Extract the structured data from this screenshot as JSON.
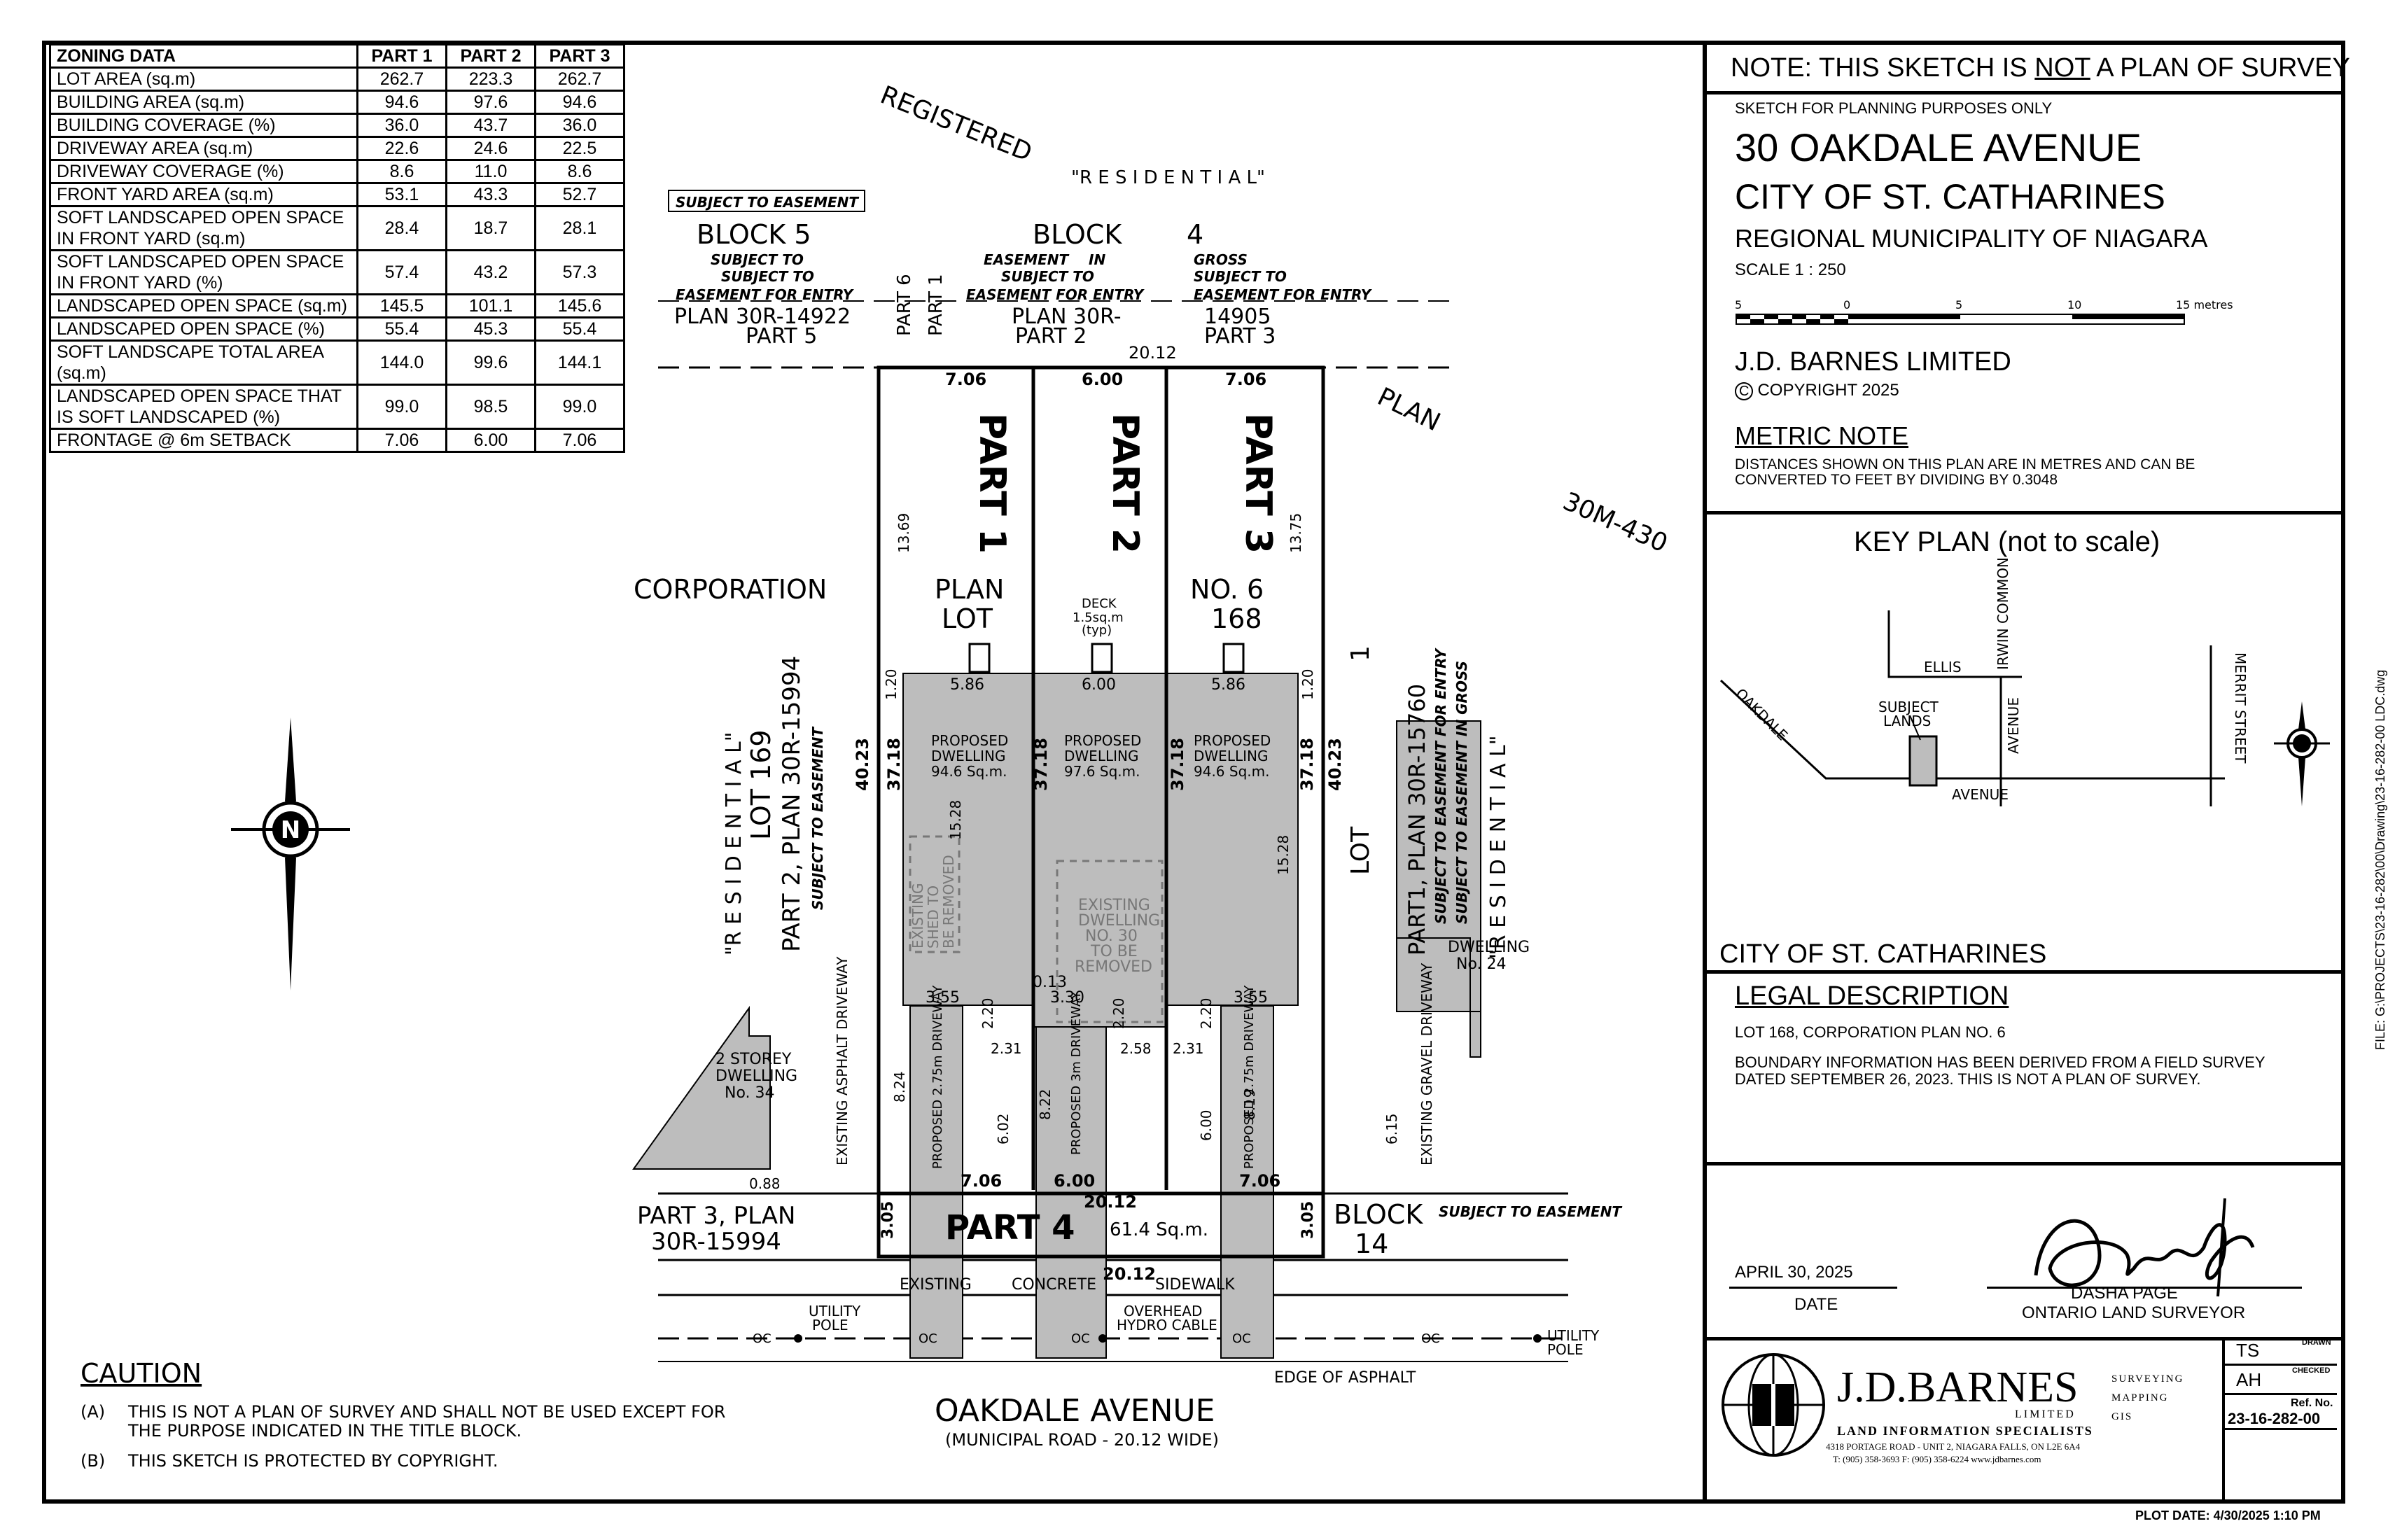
{
  "zoning": {
    "headers": [
      "ZONING DATA",
      "PART 1",
      "PART 2",
      "PART 3"
    ],
    "rows": [
      {
        "label": "LOT AREA (sq.m)",
        "p1": "262.7",
        "p2": "223.3",
        "p3": "262.7"
      },
      {
        "label": "BUILDING AREA (sq.m)",
        "p1": "94.6",
        "p2": "97.6",
        "p3": "94.6"
      },
      {
        "label": "BUILDING COVERAGE (%)",
        "p1": "36.0",
        "p2": "43.7",
        "p3": "36.0"
      },
      {
        "label": "DRIVEWAY AREA (sq.m)",
        "p1": "22.6",
        "p2": "24.6",
        "p3": "22.5"
      },
      {
        "label": "DRIVEWAY COVERAGE (%)",
        "p1": "8.6",
        "p2": "11.0",
        "p3": "8.6"
      },
      {
        "label": "FRONT YARD AREA (sq.m)",
        "p1": "53.1",
        "p2": "43.3",
        "p3": "52.7"
      },
      {
        "label": "SOFT LANDSCAPED OPEN SPACE IN FRONT YARD (sq.m)",
        "p1": "28.4",
        "p2": "18.7",
        "p3": "28.1"
      },
      {
        "label": "SOFT LANDSCAPED OPEN SPACE IN FRONT YARD (%)",
        "p1": "57.4",
        "p2": "43.2",
        "p3": "57.3"
      },
      {
        "label": "LANDSCAPED OPEN SPACE (sq.m)",
        "p1": "145.5",
        "p2": "101.1",
        "p3": "145.6"
      },
      {
        "label": "LANDSCAPED OPEN SPACE (%)",
        "p1": "55.4",
        "p2": "45.3",
        "p3": "55.4"
      },
      {
        "label": "SOFT LANDSCAPE TOTAL AREA (sq.m)",
        "p1": "144.0",
        "p2": "99.6",
        "p3": "144.1"
      },
      {
        "label": "LANDSCAPED OPEN SPACE THAT IS SOFT LANDSCAPED (%)",
        "p1": "99.0",
        "p2": "98.5",
        "p3": "99.0"
      },
      {
        "label": "FRONTAGE @ 6m SETBACK",
        "p1": "7.06",
        "p2": "6.00",
        "p3": "7.06"
      }
    ]
  },
  "plan": {
    "registered": "REGISTERED",
    "residential_top": "\"R E S I D E N T I A L\"",
    "residential_left": "\"R E S I D E N T I A L\"",
    "residential_right": "\"R E S I D E N T I A L\"",
    "plan_word": "PLAN",
    "plan_30m": "30M-430",
    "subject_to_easement": "SUBJECT TO EASEMENT",
    "block5": "BLOCK 5",
    "block4": "BLOCK",
    "block4_num": "4",
    "part6": "PART 6",
    "part1_small": "PART 1",
    "ease_a1": "SUBJECT TO",
    "ease_a2": "SUBJECT TO",
    "ease_a3": "EASEMENT FOR ENTRY",
    "ease_b1": "EASEMENT",
    "ease_b1b": "IN",
    "ease_b2": "SUBJECT TO",
    "ease_b3": "EASEMENT FOR ENTRY",
    "ease_c1": "GROSS",
    "ease_c2": "SUBJECT TO",
    "ease_c3": "EASEMENT FOR ENTRY",
    "plan_14922": "PLAN 30R-14922",
    "plan_30r": "PLAN 30R-",
    "plan_14905": "14905",
    "part5": "PART 5",
    "part2_small": "PART 2",
    "part3_small": "PART 3",
    "dim_top_total": "20.12",
    "dim_p1_front": "7.06",
    "dim_p2_front": "6.00",
    "dim_p3_front": "7.06",
    "part1": "PART 1",
    "part2": "PART 2",
    "part3": "PART 3",
    "dim_13_69": "13.69",
    "dim_13_75": "13.75",
    "corporation": "CORPORATION",
    "plan_lot_1": "PLAN",
    "plan_lot_2": "LOT",
    "no6_1": "NO. 6",
    "no6_2": "168",
    "deck_1": "DECK",
    "deck_2": "1.5sq.m",
    "deck_3": "(typ)",
    "dim_5_86a": "5.86",
    "dim_6_00": "6.00",
    "dim_5_86b": "5.86",
    "dim_1_20": "1.20",
    "dim_40_23": "40.23",
    "dim_37_18": "37.18",
    "dim_15_28": "15.28",
    "prop1_1": "PROPOSED",
    "prop1_2": "DWELLING",
    "prop1_3": "94.6 Sq.m.",
    "prop2_1": "PROPOSED",
    "prop2_2": "DWELLING",
    "prop2_3": "97.6 Sq.m.",
    "prop3_1": "PROPOSED",
    "prop3_2": "DWELLING",
    "prop3_3": "94.6 Sq.m.",
    "shed_1": "EXISTING",
    "shed_2": "SHED TO",
    "shed_3": "BE REMOVED",
    "exdw_1": "EXISTING",
    "exdw_2": "DWELLING",
    "exdw_3": "NO. 30",
    "exdw_4": "TO BE",
    "exdw_5": "REMOVED",
    "lot169": "LOT 169",
    "part2_plan": "PART 2, PLAN 30R-15994",
    "subject_ease_v": "SUBJECT TO EASEMENT",
    "lot1": "LOT",
    "lot1_num": "1",
    "part1_plan": "PART1, PLAN 30R-15760",
    "ease_entry": "SUBJECT TO EASEMENT FOR ENTRY",
    "ease_gross": "SUBJECT TO EASEMENT IN GROSS",
    "dwelling24_1": "DWELLING",
    "dwelling24_2": "No. 24",
    "dwelling34_1": "2 STOREY",
    "dwelling34_2": "DWELLING",
    "dwelling34_3": "No. 34",
    "ex_asphalt": "EXISTING ASPHALT DRIVEWAY",
    "ex_gravel": "EXISTING GRAVEL DRIVEWAY",
    "dim_3_55a": "3.55",
    "dim_3_30": "3.30",
    "dim_0_13": "0.13",
    "dim_3_55b": "3.55",
    "dim_2_20": "2.20",
    "dim_2_31": "2.31",
    "dim_2_58": "2.58",
    "dim_8_24": "8.24",
    "dim_6_02": "6.02",
    "dim_8_22": "8.22",
    "dim_6_00v": "6.00",
    "dim_8_19": "8.19",
    "dim_6_15": "6.15",
    "drive1": "PROPOSED 2.75m DRIVEWAY",
    "drive2": "PROPOSED 3m DRIVEWAY",
    "drive3": "PROPOSED 2.75m DRIVEWAY",
    "dim_0_88": "0.88",
    "dim_7_06a": "7.06",
    "dim_6_00b": "6.00",
    "dim_7_06b": "7.06",
    "dim_20_12b": "20.12",
    "part4": "PART 4",
    "part4_area": "61.4 Sq.m.",
    "dim_3_05": "3.05",
    "part3_plan_1": "PART 3, PLAN",
    "part3_plan_2": "30R-15994",
    "block14_1": "BLOCK",
    "block14_2": "14",
    "block14_ease": "SUBJECT TO EASEMENT",
    "dim_20_12c": "20.12",
    "sidewalk_1": "EXISTING",
    "sidewalk_2": "CONCRETE",
    "sidewalk_3": "SIDEWALK",
    "utility_1": "UTILITY",
    "utility_2": "POLE",
    "overhead_1": "OVERHEAD",
    "overhead_2": "HYDRO CABLE",
    "oc": "OC",
    "edge_asphalt": "EDGE OF ASPHALT",
    "street": "OAKDALE AVENUE",
    "street_sub": "(MUNICIPAL ROAD - 20.12 WIDE)"
  },
  "caution": {
    "title": "CAUTION",
    "a_tag": "(A)",
    "a_1": "THIS IS NOT A PLAN OF SURVEY AND SHALL NOT BE USED EXCEPT FOR",
    "a_2": "THE PURPOSE INDICATED IN THE TITLE BLOCK.",
    "b_tag": "(B)",
    "b_1": "THIS SKETCH IS PROTECTED BY COPYRIGHT."
  },
  "title": {
    "note_a": "NOTE: THIS SKETCH IS ",
    "note_b": "NOT",
    "note_c": " A PLAN OF SURVEY",
    "sketch_for": "SKETCH FOR PLANNING PURPOSES ONLY",
    "address": "30 OAKDALE AVENUE",
    "city": "CITY OF ST. CATHARINES",
    "region": "REGIONAL MUNICIPALITY OF NIAGARA",
    "scale": "SCALE 1 : 250",
    "scale_ticks": [
      "5",
      "0",
      "5",
      "10",
      "15 metres"
    ],
    "company": "J.D. BARNES LIMITED",
    "copyright": "COPYRIGHT 2025",
    "metric_title": "METRIC NOTE",
    "metric_1": "DISTANCES SHOWN ON THIS PLAN ARE IN METRES AND CAN BE",
    "metric_2": "CONVERTED TO FEET BY DIVIDING BY 0.3048",
    "key_plan": "KEY PLAN (not to scale)",
    "kp_ellis": "ELLIS",
    "kp_irwin": "IRWIN COMMON",
    "kp_avenue_v": "AVENUE",
    "kp_oakdale": "OAKDALE",
    "kp_subject_1": "SUBJECT",
    "kp_subject_2": "LANDS",
    "kp_avenue": "AVENUE",
    "kp_merrit": "MERRIT STREET",
    "kp_city": "CITY OF ST. CATHARINES",
    "legal_title": "LEGAL DESCRIPTION",
    "legal_1": "LOT 168, CORPORATION PLAN NO. 6",
    "legal_2": "BOUNDARY INFORMATION HAS BEEN DERIVED FROM A FIELD SURVEY",
    "legal_3": "DATED SEPTEMBER 26, 2023.  THIS IS NOT A PLAN OF SURVEY.",
    "date_value": "APRIL 30, 2025",
    "date_label": "DATE",
    "surveyor_name": "DASHA PAGE",
    "surveyor_title": "ONTARIO LAND SURVEYOR",
    "logo_name": "J.D.BARNES",
    "logo_limited": "LIMITED",
    "logo_tag": "LAND INFORMATION SPECIALISTS",
    "logo_addr": "4318 PORTAGE ROAD - UNIT 2, NIAGARA FALLS, ON L2E 6A4",
    "logo_tel": "T: (905) 358-3693     F: (905) 358-6224     www.jdbarnes.com",
    "services_1": "SURVEYING",
    "services_2": "MAPPING",
    "services_3": "GIS",
    "drawn_label": "DRAWN",
    "drawn_value": "TS",
    "checked_label": "CHECKED",
    "checked_value": "AH",
    "ref_label": "Ref. No.",
    "ref_value": "23-16-282-00",
    "file_path": "FILE: G:\\PROJECTS\\23-16-282\\00\\Drawing\\23-16-282-00 LDC.dwg",
    "plot_date": "PLOT DATE: 4/30/2025  1:10 PM"
  },
  "colors": {
    "building": "#bdbdbd",
    "line": "#000000",
    "paper": "#ffffff"
  }
}
